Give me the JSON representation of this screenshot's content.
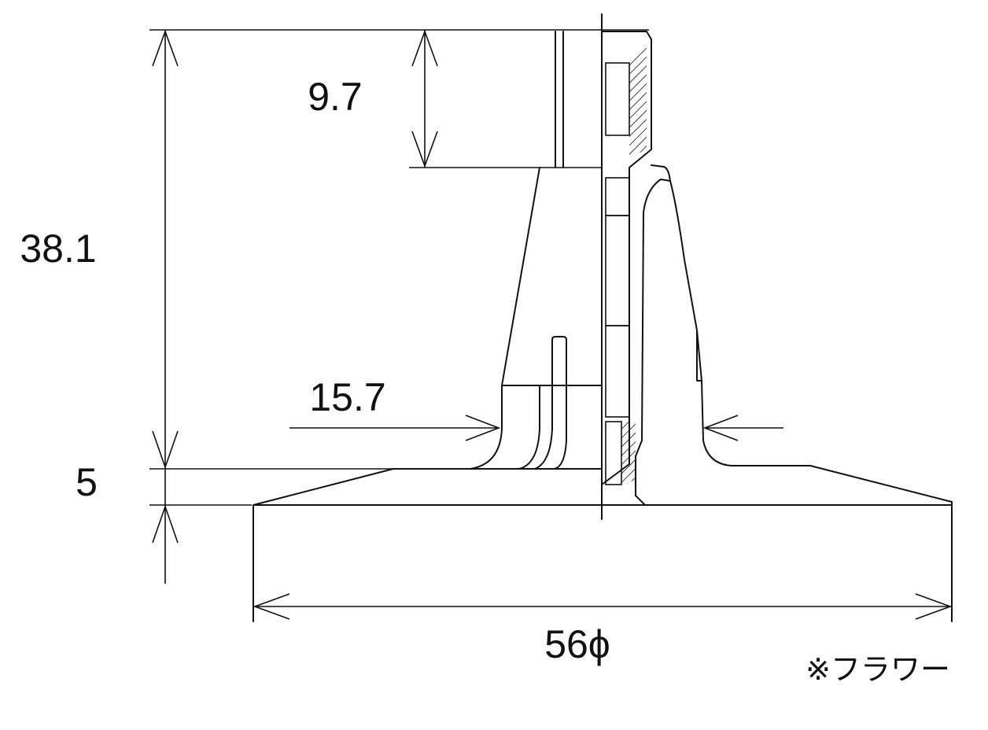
{
  "drawing": {
    "subject": "flower-tip-cross-section",
    "dimensions": {
      "total_height": "38.1",
      "top_height": "9.7",
      "neck_diameter": "15.7",
      "base_thickness": "5",
      "base_diameter": "56ϕ"
    },
    "note": "※フラワー",
    "colors": {
      "ink": "#111111",
      "paper": "#ffffff"
    }
  }
}
